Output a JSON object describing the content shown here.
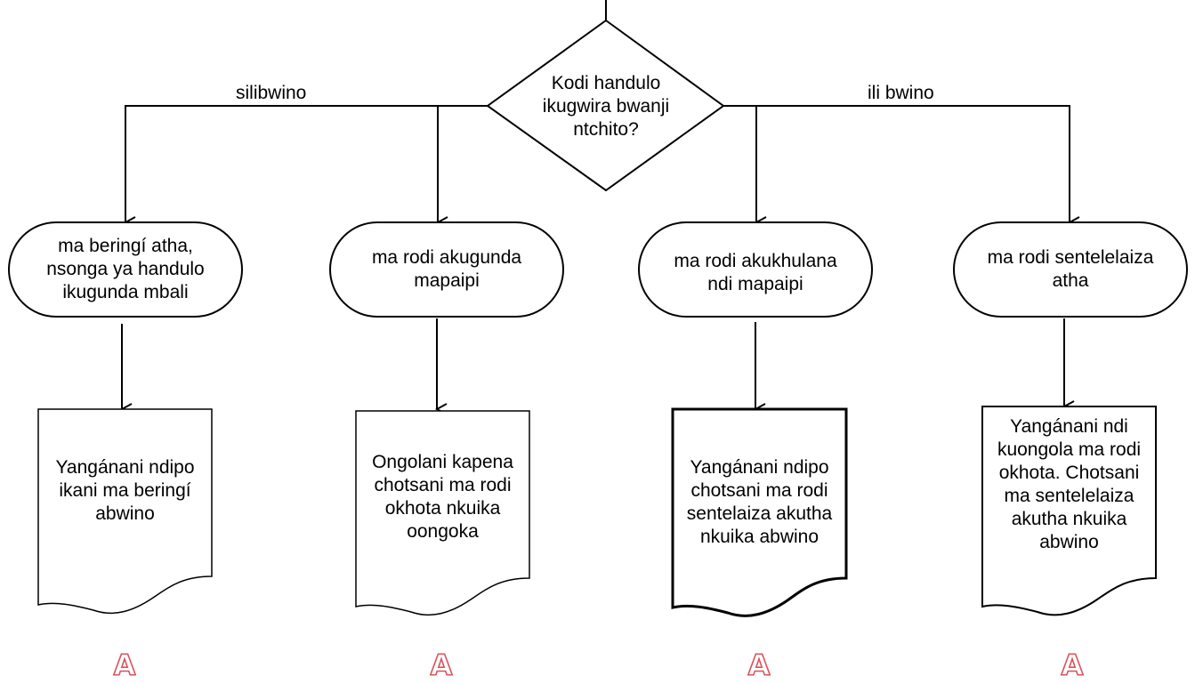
{
  "decision": {
    "text": "Kodi handulo\nikugwira  bwanji\nntchito?"
  },
  "branches": {
    "left_label": "silibwino",
    "right_label": "ili bwino"
  },
  "conditions": [
    {
      "text": "ma beringí atha,\nnsonga ya handulo\nikugunda mbali"
    },
    {
      "text": "ma rodi akugunda\nmapaipi"
    },
    {
      "text": "ma rodi akukhulana\nndi mapaipi"
    },
    {
      "text": "ma rodi sentelelaiza\natha"
    }
  ],
  "actions": [
    {
      "text": "Yangánani ndipo\nikani ma beringí\nabwino"
    },
    {
      "text": "Ongolani kapena\nchotsani ma rodi\nokhota nkuika\noongoka"
    },
    {
      "text": "Yangánani ndipo\nchotsani ma rodi\nsentelaiza akutha\nnkuika abwino"
    },
    {
      "text": "Yangánani ndi\nkuongola ma rodi\nokhota. Chotsani\nma sentelelaiza\nakutha nkuika\nabwino"
    }
  ],
  "markers": [
    "A",
    "A",
    "A",
    "A"
  ],
  "colors": {
    "marker_outline": "#d9535a",
    "line": "#000000"
  }
}
